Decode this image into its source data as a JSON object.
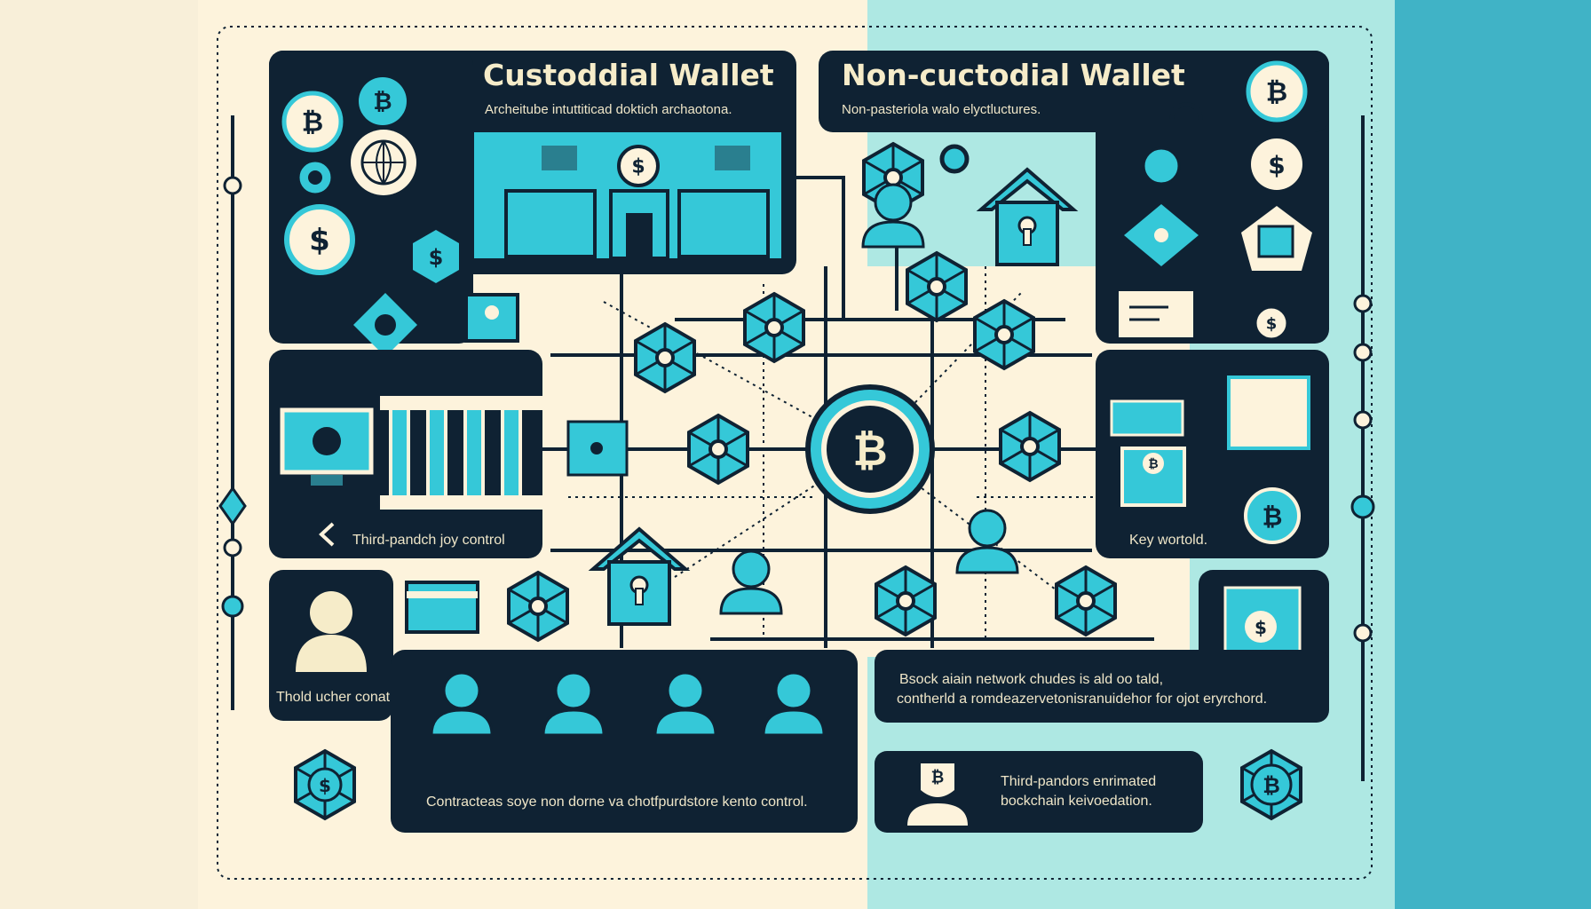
{
  "colors": {
    "navy": "#0f2233",
    "cyan": "#35c8d8",
    "cream": "#fdf3dc",
    "light_cyan": "#aee8e3",
    "teal": "#40b3c6"
  },
  "custodial": {
    "title": "Custoddial Wallet",
    "subtitle": "Archeitube intuttiticad doktich archaotona.",
    "key_caption": "Third-pandch joy control",
    "user_caption": "Thold ucher conat",
    "contract_caption": "Contracteas soye non dorne va chotfpurdstore kento control."
  },
  "non_custodial": {
    "title": "Non-cuctodial Wallet",
    "subtitle": "Non-pasteriola walo elyctluctures.",
    "key_caption": "Key wortold.",
    "network_caption_line1": "Bsock aiain network chudes is ald oo tald,",
    "network_caption_line2": "contherld a romdeazervetonisranuidehor for ojot eryrchord.",
    "validation_caption_line1": "Third-pandors enrimated",
    "validation_caption_line2": "bockchain keivoedation."
  },
  "center": {
    "coin_symbol": "₿"
  },
  "icons": {
    "bitcoin": "₿",
    "dollar": "$"
  }
}
